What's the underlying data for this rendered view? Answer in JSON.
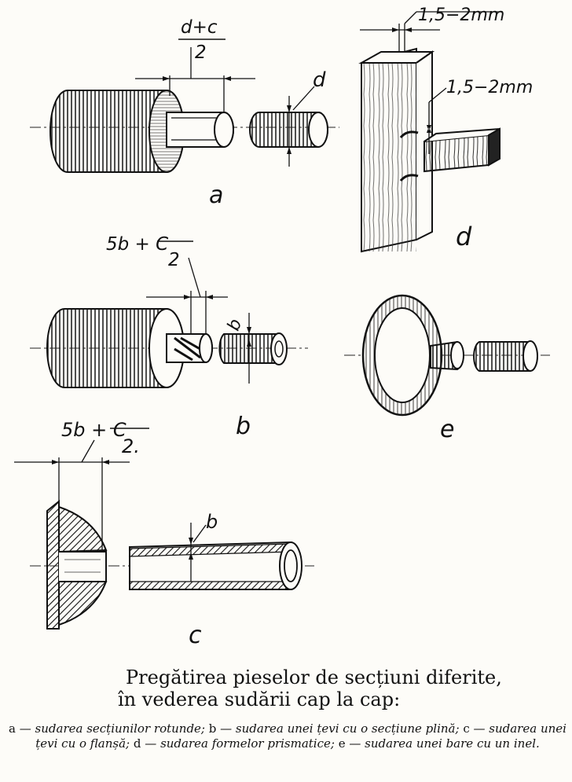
{
  "figure": {
    "labels": {
      "a": "a",
      "b": "b",
      "c": "c",
      "d": "d",
      "e": "e"
    },
    "dimensions": {
      "a_top": "d+c",
      "a_bottom": "2",
      "a_d": "d",
      "d_top": "1,5−2mm",
      "d_side": "1,5−2mm",
      "b_top": "5b + C",
      "b_bottom": "2",
      "b_b": "b",
      "c_top": "5b + C",
      "c_bottom": "2.",
      "c_b": "b"
    }
  },
  "caption": {
    "title_line1": "Pregătirea pieselor de secțiuni diferite,",
    "title_line2": "în vederea sudării cap la cap:",
    "items": [
      {
        "key": "a",
        "sep": " — ",
        "text": "sudarea secțiunilor rotunde;"
      },
      {
        "key": "b",
        "sep": " — ",
        "text": "sudarea unei țevi cu o secțiune plină;"
      },
      {
        "key": "c",
        "sep": " — ",
        "text": "sudarea unei țevi cu o flanșă;"
      },
      {
        "key": "d",
        "sep": " — ",
        "text": "sudarea formelor prismatice;"
      },
      {
        "key": "e",
        "sep": " — ",
        "text": "sudarea unei bare cu un inel."
      }
    ]
  }
}
